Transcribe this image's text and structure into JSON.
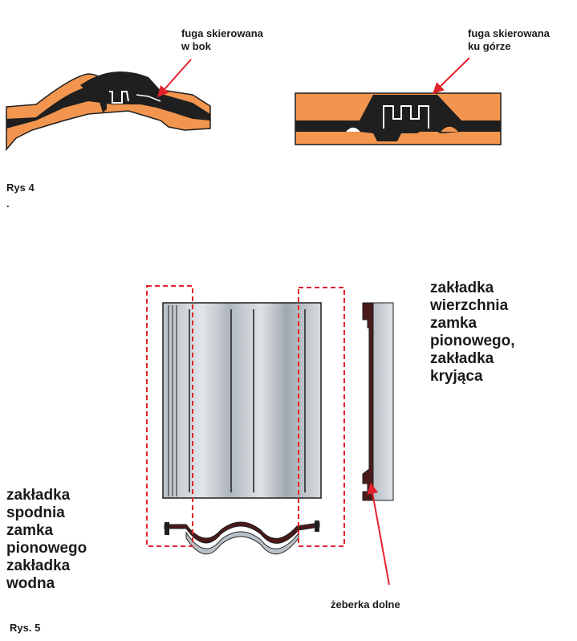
{
  "figure4": {
    "caption": "Rys 4",
    "caption_dot": ".",
    "label_left": [
      "fuga skierowana",
      "w bok"
    ],
    "label_right": [
      "fuga skierowana",
      "ku górze"
    ]
  },
  "figure5": {
    "caption": "Rys. 5",
    "label_top_right": [
      "zakładka",
      "wierzchnia",
      "zamka",
      "pionowego,",
      "zakładka",
      "kryjąca"
    ],
    "label_bottom_left": [
      "zakładka",
      "spodnia",
      "zamka",
      "pionowego",
      "zakładka",
      "wodna"
    ],
    "label_bottom": "żeberka dolne"
  },
  "colors": {
    "tile_orange": "#f2954f",
    "tile_dark": "#1f1f1f",
    "arrow_red": "#e3212b",
    "dashed_red": "#e3212b",
    "tile_gray_light": "#d3d8dc",
    "tile_gray_mid": "#a9b1b8"
  }
}
